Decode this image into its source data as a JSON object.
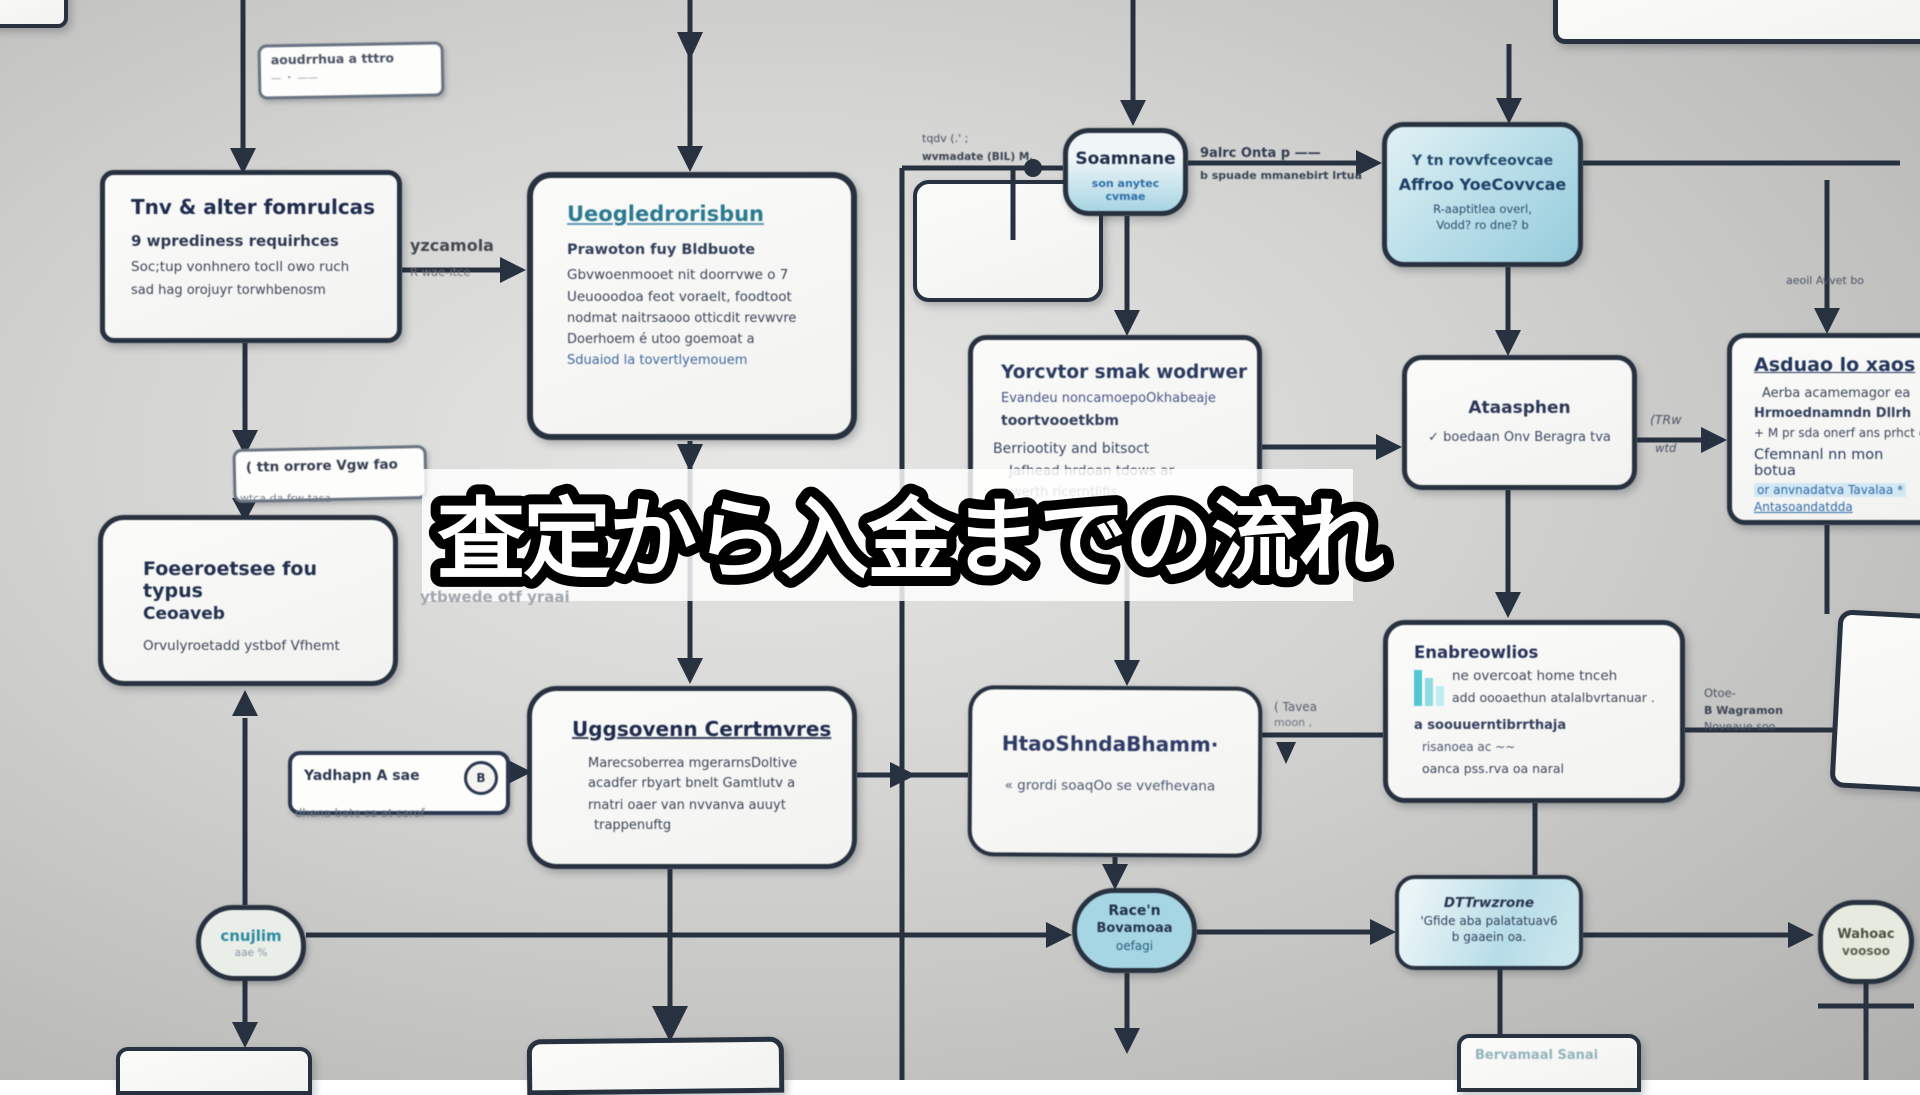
{
  "title": {
    "text": "査定から入金までの流れ"
  },
  "colors": {
    "background_gray": "#d4d4d2",
    "border_navy": "#27313f",
    "heading_navy": "#1f2c4e",
    "heading_teal": "#2b7a92",
    "link_blue": "#2e68a8",
    "teal_fill": "#9fd2e0"
  },
  "nodes": {
    "topLeft": {
      "heading": "Tnv & alter fomrulcas",
      "lines": [
        "9 wprediness requirhces",
        "Soc;tup vonhnero tocll owo ruch",
        "sad hag orojuyr torwhbenosm"
      ]
    },
    "centerTop": {
      "heading": "Ueogledrorisbun",
      "lines": [
        "Prawoton fuy Bldbuote",
        "Gbvwoenmooet nit doorrvwe o 7",
        "Ueuooodoa feot voraelt, foodtoot",
        "nodmat naitrsaooo otticdit revwvre",
        "Doerhoem é utoo goemoat a",
        "Sduaiod la tovertlyemouem"
      ]
    },
    "foreversee": {
      "heading_1": "Foeeroetsee fou typus",
      "heading_2": "Ceoaveb",
      "line": "Orvulyroetadd ystbof Vfhemt"
    },
    "uggsovenn": {
      "heading": "Uggsovenn Cerrtmvres",
      "lines": [
        "Marecsoberrea mgerarnsDoltive",
        "acadfer rbyart bnelt Gamtlutv a",
        "rnatri oaer van nvvanva auuyt",
        "trappenuftg"
      ]
    },
    "yorcvtor": {
      "heading": "Yorcvtor smak wodrwer",
      "lines": [
        "Evandeu noncamoepoOkhabeaje",
        "toortvooetkbm",
        "Berriootity and bitsoct",
        "Jafhead hrdoan tdows ar",
        "werth ricerntlifis"
      ]
    },
    "headlined": {
      "heading": "HtaoShndaBhamm·",
      "line": "«  grordi soaqOo se vvefhevana"
    },
    "sominare": {
      "heading": "Soamnane",
      "sub": "son anytec cvmae"
    },
    "topTeal": {
      "lines": [
        "Y tn rovvfceovcae",
        "Affroo YoeCovvcae",
        "R-aaptitlea overl,",
        "Vodd? ro dne? b"
      ]
    },
    "atmosphere": {
      "heading": "Ataasphen",
      "line": "✓ boedaan Onv Beragra tva"
    },
    "aidens": {
      "heading": "Asduao lo xaos",
      "lines": [
        "Aerba acamemagor ea",
        "Hrmoednamndn  Dllrh",
        "+ M pr sda onerf ans prhct e",
        "Cfemnanl nn mon botua",
        "or anvnadatva  Tavalaa  *",
        "Antasoandatdda"
      ]
    },
    "emeh": {
      "heading": "Enabreowlios",
      "lines": [
        "ne overcoat home tnceh",
        "add oooaethun atalalbvrtanuar .",
        "a soouuerntibrrthaja",
        "risanoea ac  ~~",
        "oanca pss.rva oa naral"
      ]
    },
    "tealBottom": {
      "lines": [
        "DTTrwzrone",
        "'Gfide aba palatatuav6",
        "b gaaein oa."
      ]
    },
    "race": {
      "lines": [
        "Race'n",
        "Bovamoaa",
        "oefagi"
      ]
    },
    "ellipseLeft": {
      "heading": "cnujlim",
      "sub": "aae %"
    },
    "ellipseRight": {
      "heading": "Wahoac",
      "sub": "voosoo"
    },
    "partialBottomRight": {
      "line": "Bervamaal Sanai"
    }
  },
  "labels": {
    "top": {
      "line1": "aoudrrhua a tttro",
      "line2": "— ・ ——"
    },
    "wait": {
      "line1": "( ttn orrore Vgw fao",
      "line2": "wtca da frw tasa ——"
    },
    "underForeversee": {
      "text": "ytbwede otf yraai"
    },
    "yad": {
      "line1": "Yadhapn A sae",
      "badge": "B",
      "line2": "dhena bate sa at sarof"
    },
    "yzc": {
      "line1": "yzcamola",
      "line2": "R wae-itce"
    },
    "tqdv": {
      "line1": "tqdv  (.' ;",
      "line2": "wvmadate (BIL) M."
    },
    "ostec": {
      "line1": "9alrc  Onta p ——",
      "line2": "b spuade mmanebirt lrtua"
    },
    "aeoil": {
      "text": "aeoil  Avvet bo"
    },
    "trw": {
      "line1": "(TRw",
      "line2": "wtd"
    },
    "tavea": {
      "line1": "( Tavea",
      "line2": "moon ,"
    },
    "otoe": {
      "line1": "Otoe-",
      "line2": "B Wagramon",
      "line3": "Noveaue soo"
    }
  }
}
